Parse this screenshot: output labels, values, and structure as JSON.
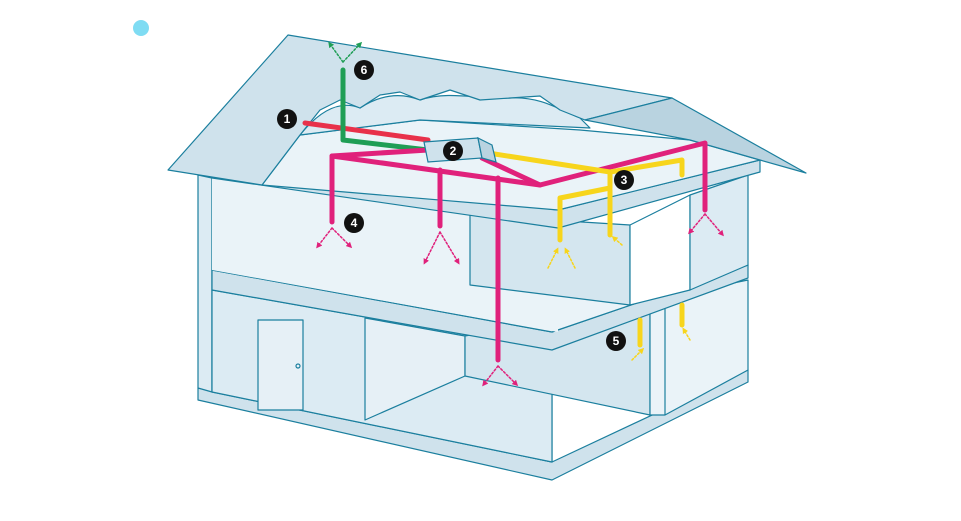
{
  "diagram": {
    "markers": [
      {
        "id": "1",
        "label": "1"
      },
      {
        "id": "2",
        "label": "2"
      },
      {
        "id": "3",
        "label": "3"
      },
      {
        "id": "4",
        "label": "4"
      },
      {
        "id": "5",
        "label": "5"
      },
      {
        "id": "6",
        "label": "6"
      }
    ],
    "colors": {
      "outline": "#1b7f9e",
      "wall_fill": "#dcebf3",
      "wall_fill_light": "#eaf3f8",
      "roof_fill": "#cfe2ec",
      "outdoor_air": "#e8314a",
      "exhaust_air": "#1f9e55",
      "supply_air": "#e0217b",
      "extract_air": "#f7d51c",
      "marker": "#111111",
      "dot": "#7fdcf3"
    }
  }
}
